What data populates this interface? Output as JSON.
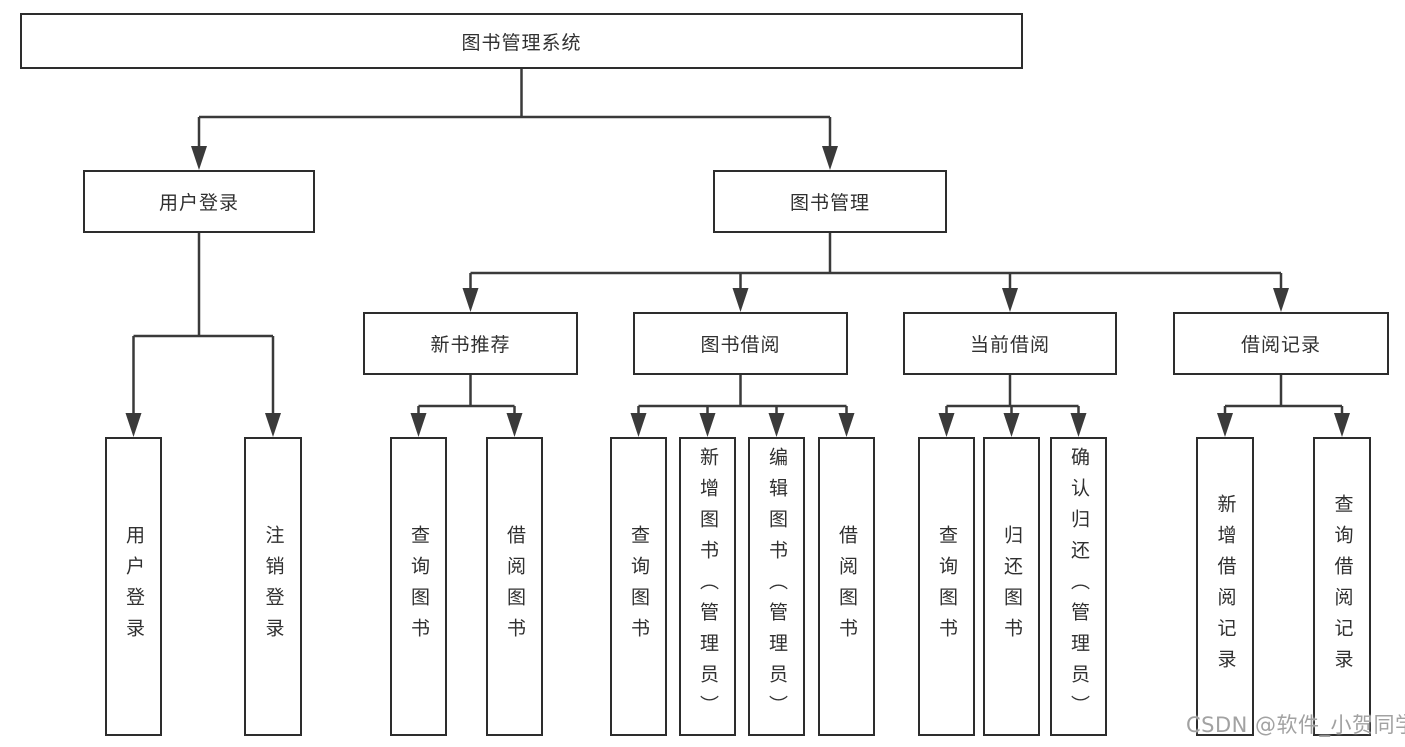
{
  "diagram_title": "图书管理系统",
  "watermark": "CSDN @软件_小贺同学",
  "colors": {
    "background": "#ffffff",
    "box_border": "#2d2d2d",
    "connector_line": "#3a3a3a",
    "text": "#303030",
    "watermark": "#a2a2a2"
  },
  "nodes": {
    "root": {
      "id": "library-management-system",
      "label": "图书管理系统"
    },
    "level2": [
      {
        "id": "user-login",
        "label": "用户登录",
        "parent": "library-management-system"
      },
      {
        "id": "book-management",
        "label": "图书管理",
        "parent": "library-management-system"
      }
    ],
    "level3": [
      {
        "id": "new-book-recommend",
        "label": "新书推荐",
        "parent": "book-management"
      },
      {
        "id": "book-borrow",
        "label": "图书借阅",
        "parent": "book-management"
      },
      {
        "id": "current-borrow",
        "label": "当前借阅",
        "parent": "book-management"
      },
      {
        "id": "borrow-records",
        "label": "借阅记录",
        "parent": "book-management"
      }
    ],
    "leaves": [
      {
        "id": "user-login-leaf",
        "label": "用户登录",
        "parent": "user-login"
      },
      {
        "id": "logout",
        "label": "注销登录",
        "parent": "user-login"
      },
      {
        "id": "query-books-recommend",
        "label": "查询图书",
        "parent": "new-book-recommend"
      },
      {
        "id": "borrow-books-recommend",
        "label": "借阅图书",
        "parent": "new-book-recommend"
      },
      {
        "id": "query-books-borrow",
        "label": "查询图书",
        "parent": "book-borrow"
      },
      {
        "id": "add-books-admin",
        "label": "新增图书（管理员）",
        "parent": "book-borrow"
      },
      {
        "id": "edit-books-admin",
        "label": "编辑图书（管理员）",
        "parent": "book-borrow"
      },
      {
        "id": "borrow-books",
        "label": "借阅图书",
        "parent": "book-borrow"
      },
      {
        "id": "query-books-current",
        "label": "查询图书",
        "parent": "current-borrow"
      },
      {
        "id": "return-books",
        "label": "归还图书",
        "parent": "current-borrow"
      },
      {
        "id": "confirm-return-admin",
        "label": "确认归还（管理员）",
        "parent": "current-borrow"
      },
      {
        "id": "add-borrow-record",
        "label": "新增借阅记录",
        "parent": "borrow-records"
      },
      {
        "id": "query-borrow-record",
        "label": "查询借阅记录",
        "parent": "borrow-records"
      }
    ]
  }
}
